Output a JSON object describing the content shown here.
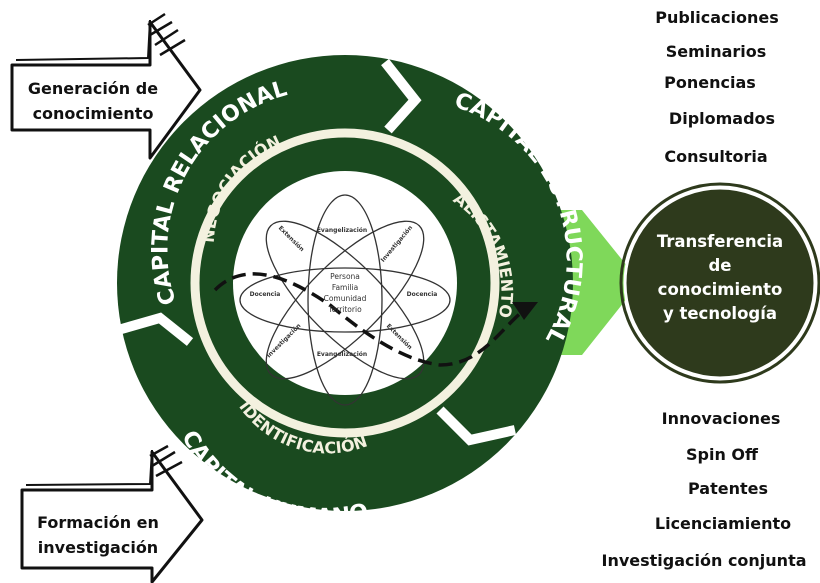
{
  "cycle": {
    "outer_left": "CAPITAL RELACIONAL",
    "outer_right": "CAPITAL ESTRUCTURAL",
    "outer_bottom": "CAPITAL HUMANO",
    "inner_left": "NEGOCIACIÓN",
    "inner_right": "ALISTAMIENTO",
    "inner_bottom": "IDENTIFICACIÓN"
  },
  "atom": {
    "center": [
      "Persona",
      "Familia",
      "Comunidad",
      "Territorio"
    ],
    "labels": {
      "evangelizacion_top": "Evangelización",
      "investigacion_top": "Investigación",
      "extension_top": "Extensión",
      "docencia_left": "Docencia",
      "docencia_right": "Docencia",
      "investigacion_bottom": "Investigación",
      "extension_bottom": "Extensión",
      "evangelizacion_bottom": "Evangelización"
    }
  },
  "inputs": {
    "top": [
      "Generación de",
      "conocimiento"
    ],
    "bottom": [
      "Formación en",
      "investigación"
    ]
  },
  "outputs_top": [
    "Publicaciones",
    "Seminarios",
    "Ponencias",
    "Diplomados",
    "Consultoria"
  ],
  "outputs_bottom": [
    "Innovaciones",
    "Spin Off",
    "Patentes",
    "Licenciamiento",
    "Investigación conjunta"
  ],
  "target": [
    "Transferencia",
    "de",
    "conocimiento",
    "y tecnología"
  ],
  "colors": {
    "dark_green": "#1a4a1f",
    "light_green": "#7fd85a",
    "target_fill": "#2e3a1c",
    "cream": "#f3f1df"
  }
}
